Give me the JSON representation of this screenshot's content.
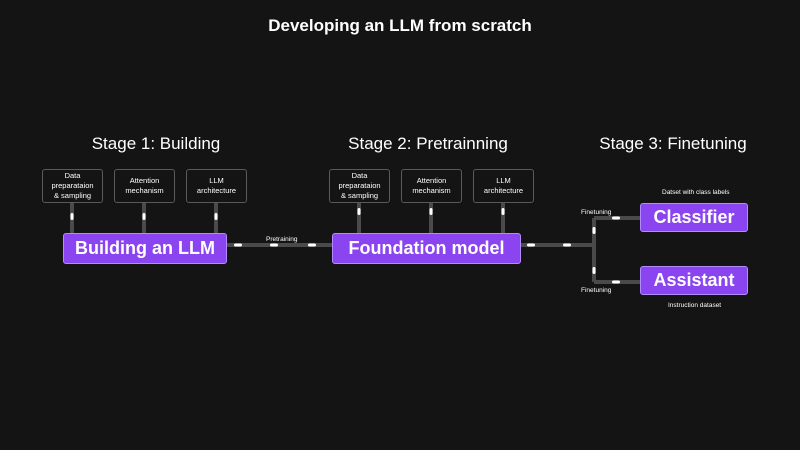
{
  "title": "Developing an LLM from scratch",
  "stages": {
    "stage1": {
      "label": "Stage 1: Building",
      "inputs": [
        "Data preparataion\n& sampling",
        "Attention\nmechanism",
        "LLM\narchitecture"
      ],
      "output": "Building an LLM"
    },
    "stage2": {
      "label": "Stage 2: Pretrainning",
      "inputs": [
        "Data preparataion\n& sampling",
        "Attention\nmechanism",
        "LLM\narchitecture"
      ],
      "output": "Foundation model"
    },
    "stage3": {
      "label": "Stage 3: Finetuning",
      "classifier": "Classifier",
      "assistant": "Assistant",
      "classifier_dataset": "Datset with class labels",
      "assistant_dataset": "Instruction dataset"
    }
  },
  "edges": {
    "pretraining": "Pretraining",
    "finetuning_top": "Finetuning",
    "finetuning_bottom": "Finetuning"
  },
  "colors": {
    "background": "#141414",
    "accent_purple": "#8a44f0",
    "connector": "#4a4a4a",
    "connector_dash": "#ffffff"
  }
}
